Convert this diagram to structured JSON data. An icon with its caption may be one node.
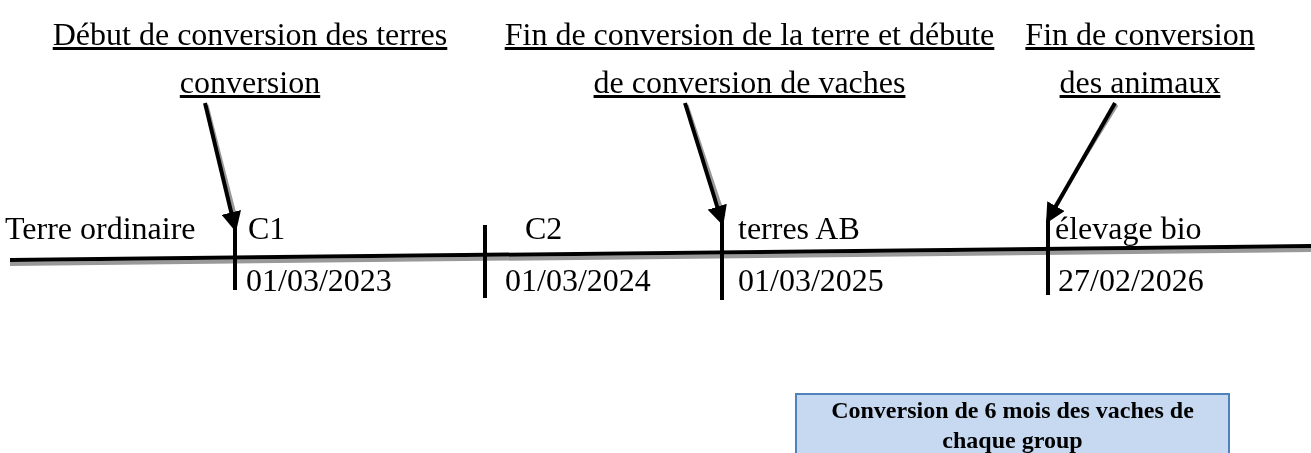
{
  "diagram": {
    "nodes": [
      {
        "text": [
          "Début de conversion des terres conversion"
        ]
      },
      {
        "text": [
          "Fin de conversion de la terre et débute de conversion de vaches"
        ]
      },
      {
        "text": [
          "Fin de conversion des animaux"
        ]
      },
      {
        "text": [],
        "shape": "bar"
      },
      {
        "text": [],
        "shape": "bar"
      },
      {
        "text": [],
        "shape": "bar"
      },
      {
        "text": [],
        "shape": "bar"
      },
      {
        "text": [
          "Conversion de 6 mois des vaches de chaque group"
        ]
      }
    ],
    "edges": [
      {
        "from": 0,
        "to": 3,
        "arrow": "to"
      },
      {
        "from": 1,
        "to": 5,
        "arrow": "to"
      },
      {
        "from": 2,
        "to": 6,
        "arrow": "to"
      }
    ],
    "labels": [
      "Terre ordinaire",
      "C1",
      "C2",
      "terres AB",
      "élevage bio",
      "01/03/2023",
      "01/03/2024",
      "01/03/2025",
      "27/02/2026"
    ]
  }
}
